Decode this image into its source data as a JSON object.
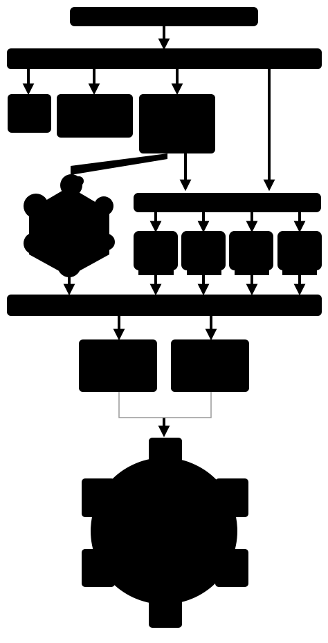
{
  "colors": {
    "background": "#ffffff",
    "shape_fill": "#000000",
    "connector": "#000000",
    "thin_connector": "#999999"
  },
  "nodes": [
    {
      "id": "top-bar",
      "shape": "rounded-rect",
      "label": ""
    },
    {
      "id": "wide-bar-1",
      "shape": "rounded-rect",
      "label": ""
    },
    {
      "id": "box-a",
      "shape": "rounded-rect",
      "label": ""
    },
    {
      "id": "box-b",
      "shape": "rounded-rect",
      "label": ""
    },
    {
      "id": "box-c",
      "shape": "rounded-rect",
      "label": ""
    },
    {
      "id": "gear-small",
      "shape": "gear",
      "label": ""
    },
    {
      "id": "sub-bar",
      "shape": "rounded-rect",
      "label": ""
    },
    {
      "id": "sub-box-1",
      "shape": "rounded-rect",
      "label": ""
    },
    {
      "id": "sub-box-2",
      "shape": "rounded-rect",
      "label": ""
    },
    {
      "id": "sub-box-3",
      "shape": "rounded-rect",
      "label": ""
    },
    {
      "id": "sub-box-4",
      "shape": "rounded-rect",
      "label": ""
    },
    {
      "id": "wide-bar-2",
      "shape": "rounded-rect",
      "label": ""
    },
    {
      "id": "out-box-1",
      "shape": "rounded-rect",
      "label": ""
    },
    {
      "id": "out-box-2",
      "shape": "rounded-rect",
      "label": ""
    },
    {
      "id": "gear-large",
      "shape": "gear",
      "label": ""
    }
  ],
  "edges": [
    {
      "from": "top-bar",
      "to": "wide-bar-1",
      "style": "arrow"
    },
    {
      "from": "wide-bar-1",
      "to": "box-a",
      "style": "arrow"
    },
    {
      "from": "wide-bar-1",
      "to": "box-b",
      "style": "arrow"
    },
    {
      "from": "wide-bar-1",
      "to": "box-c",
      "style": "arrow"
    },
    {
      "from": "wide-bar-1",
      "to": "sub-bar",
      "style": "arrow"
    },
    {
      "from": "box-c",
      "to": "sub-bar",
      "style": "arrow"
    },
    {
      "from": "box-c",
      "to": "gear-small",
      "style": "line"
    },
    {
      "from": "sub-bar",
      "to": "sub-box-1",
      "style": "arrow"
    },
    {
      "from": "sub-bar",
      "to": "sub-box-2",
      "style": "arrow"
    },
    {
      "from": "sub-bar",
      "to": "sub-box-3",
      "style": "arrow"
    },
    {
      "from": "sub-bar",
      "to": "sub-box-4",
      "style": "arrow"
    },
    {
      "from": "gear-small",
      "to": "wide-bar-2",
      "style": "arrow"
    },
    {
      "from": "sub-box-1",
      "to": "wide-bar-2",
      "style": "arrow"
    },
    {
      "from": "sub-box-2",
      "to": "wide-bar-2",
      "style": "arrow"
    },
    {
      "from": "sub-box-3",
      "to": "wide-bar-2",
      "style": "arrow"
    },
    {
      "from": "sub-box-4",
      "to": "wide-bar-2",
      "style": "arrow"
    },
    {
      "from": "wide-bar-2",
      "to": "out-box-1",
      "style": "arrow"
    },
    {
      "from": "wide-bar-2",
      "to": "out-box-2",
      "style": "arrow"
    },
    {
      "from": "out-box-1",
      "to": "gear-large",
      "style": "bracket-arrow"
    },
    {
      "from": "out-box-2",
      "to": "gear-large",
      "style": "bracket-arrow"
    }
  ]
}
